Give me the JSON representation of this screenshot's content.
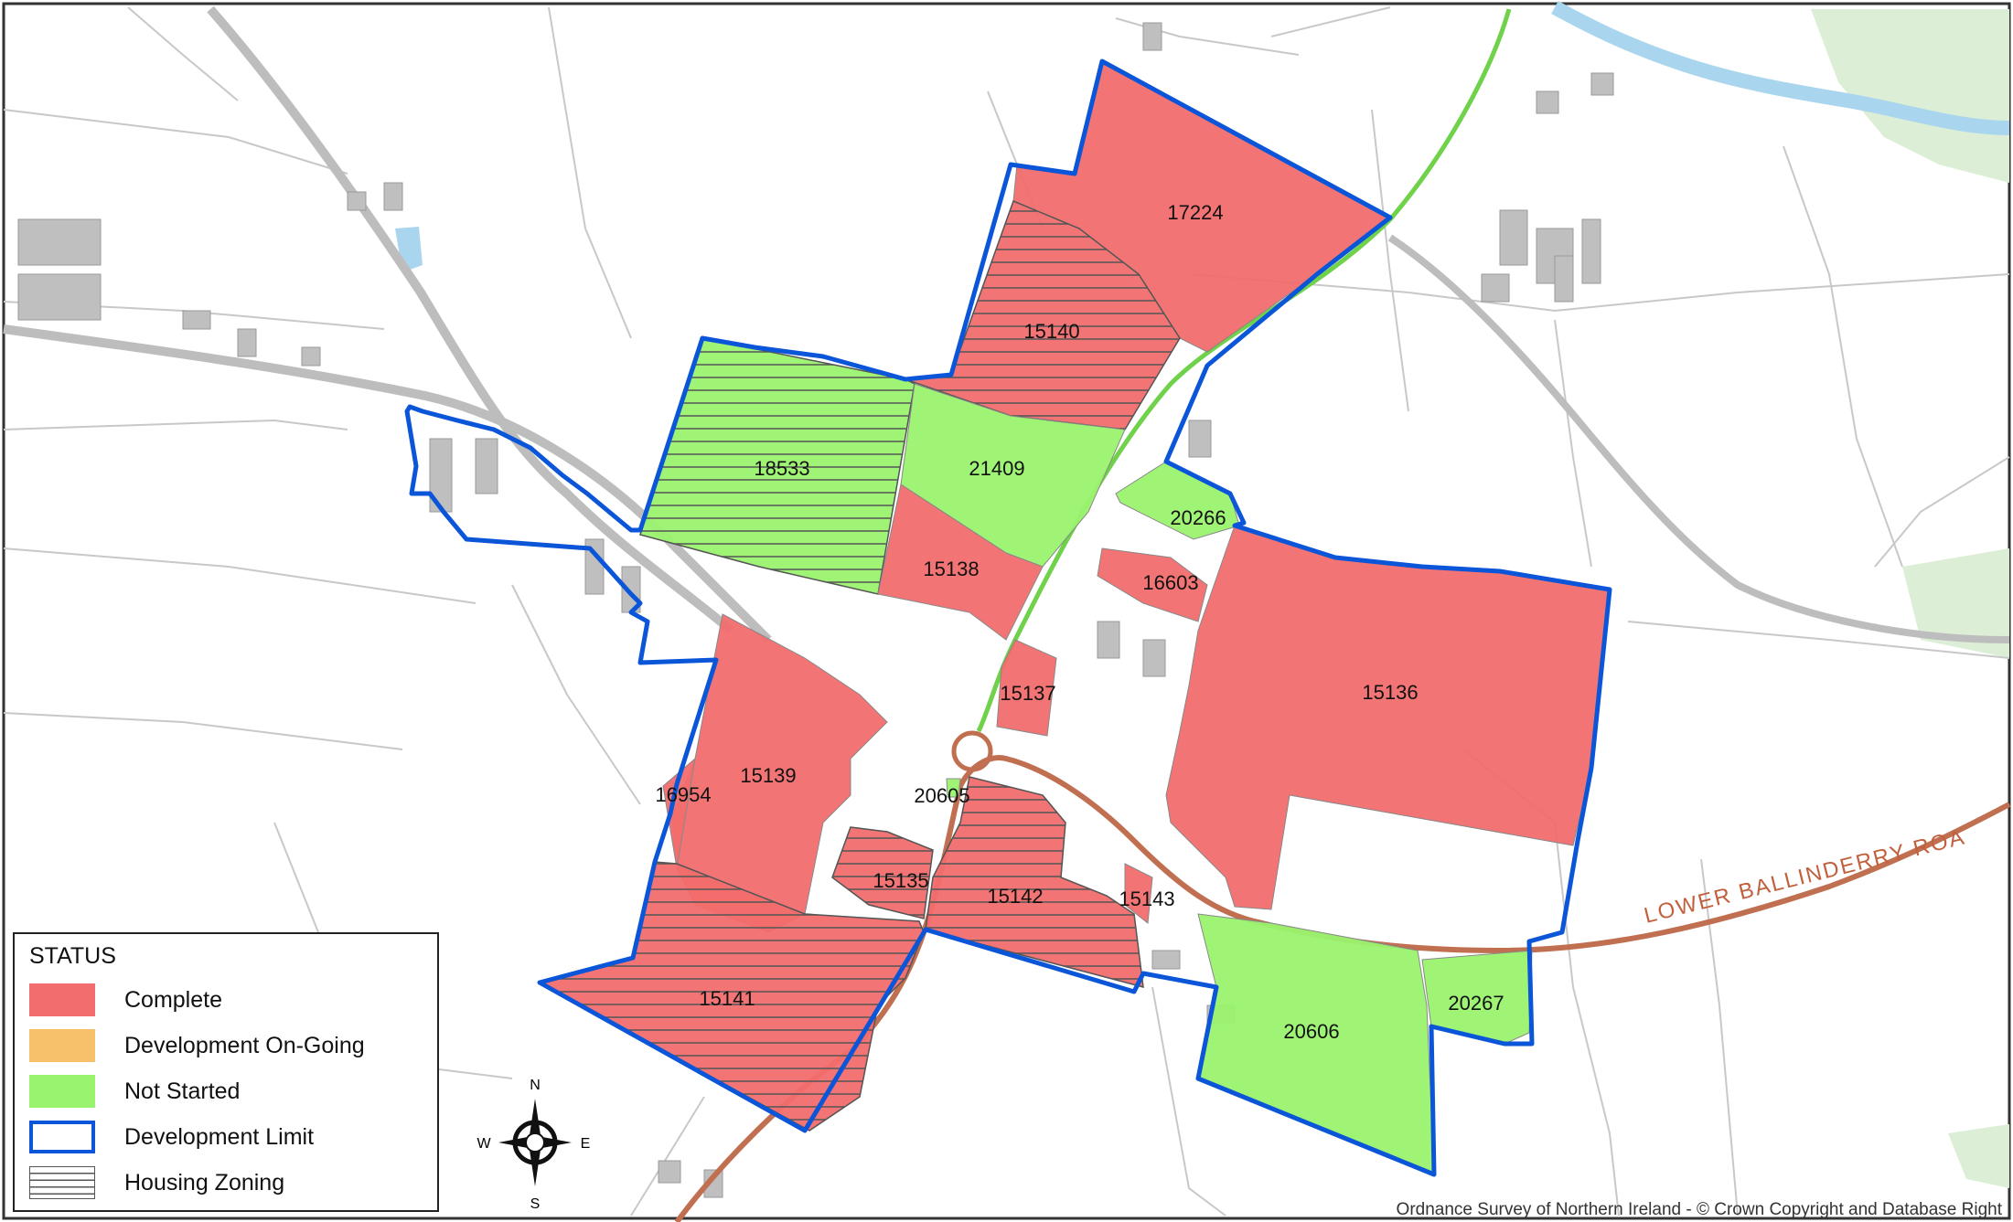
{
  "map": {
    "plots": [
      {
        "id": "17224",
        "status": "complete"
      },
      {
        "id": "15140",
        "status": "complete",
        "zoning": true
      },
      {
        "id": "18533",
        "status": "not_started",
        "zoning": true
      },
      {
        "id": "21409",
        "status": "not_started"
      },
      {
        "id": "20266",
        "status": "not_started"
      },
      {
        "id": "15138",
        "status": "complete"
      },
      {
        "id": "16603",
        "status": "complete"
      },
      {
        "id": "15136",
        "status": "complete"
      },
      {
        "id": "15137",
        "status": "complete"
      },
      {
        "id": "15139",
        "status": "complete"
      },
      {
        "id": "16954",
        "status": "complete"
      },
      {
        "id": "20605",
        "status": "not_started"
      },
      {
        "id": "15135",
        "status": "complete",
        "zoning": true
      },
      {
        "id": "15142",
        "status": "complete",
        "zoning": true
      },
      {
        "id": "15143",
        "status": "complete"
      },
      {
        "id": "15141",
        "status": "complete",
        "zoning": true
      },
      {
        "id": "20606",
        "status": "not_started"
      },
      {
        "id": "20267",
        "status": "not_started"
      }
    ],
    "road_label": "LOWER BALLINDERRY ROA",
    "colors": {
      "complete": "#f26d6d",
      "development_ongoing": "#f7c06a",
      "not_started": "#9af36e",
      "development_limit": "#0b55d8",
      "road": "#c07050",
      "water": "#a9d6ee",
      "woodland": "#dcefd6"
    }
  },
  "compass": {
    "n": "N",
    "e": "E",
    "s": "S",
    "w": "W"
  },
  "legend": {
    "title": "STATUS",
    "items": [
      {
        "label": "Complete",
        "swatch": "complete"
      },
      {
        "label": "Development On-Going",
        "swatch": "development_ongoing"
      },
      {
        "label": "Not Started",
        "swatch": "not_started"
      },
      {
        "label": "Development Limit",
        "swatch": "development_limit"
      },
      {
        "label": "Housing Zoning",
        "swatch": "housing_zoning"
      }
    ]
  },
  "credit": "Ordnance Survey of Northern Ireland - © Crown Copyright and Database Right"
}
